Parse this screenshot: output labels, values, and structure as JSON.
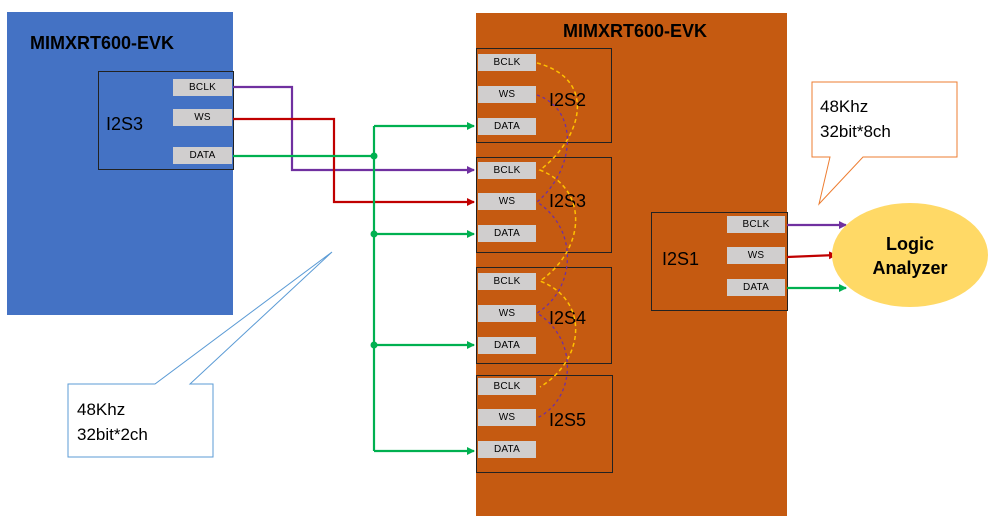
{
  "left_board": {
    "title": "MIMXRT600-EVK",
    "interface": "I2S3",
    "pins": [
      "BCLK",
      "WS",
      "DATA"
    ]
  },
  "right_board": {
    "title": "MIMXRT600-EVK",
    "receivers": [
      {
        "name": "I2S2",
        "pins": [
          "BCLK",
          "WS",
          "DATA"
        ]
      },
      {
        "name": "I2S3",
        "pins": [
          "BCLK",
          "WS",
          "DATA"
        ]
      },
      {
        "name": "I2S4",
        "pins": [
          "BCLK",
          "WS",
          "DATA"
        ]
      },
      {
        "name": "I2S5",
        "pins": [
          "BCLK",
          "WS",
          "DATA"
        ]
      }
    ],
    "output": {
      "name": "I2S1",
      "pins": [
        "BCLK",
        "WS",
        "DATA"
      ]
    }
  },
  "analyzer": {
    "line1": "Logic",
    "line2": "Analyzer"
  },
  "callout_left": {
    "line1": "48Khz",
    "line2": "32bit*2ch"
  },
  "callout_right": {
    "line1": "48Khz",
    "line2": "32bit*8ch"
  },
  "colors": {
    "bclk": "#7030A0",
    "ws": "#C00000",
    "data": "#00B050",
    "internal_bclk": "#FFC000",
    "internal_ws": "#7030A0",
    "left_board": "#4472C4",
    "right_board": "#C55A11",
    "analyzer": "#FFD966",
    "callout_left_border": "#5B9BD5",
    "callout_right_border": "#ED7D31"
  }
}
